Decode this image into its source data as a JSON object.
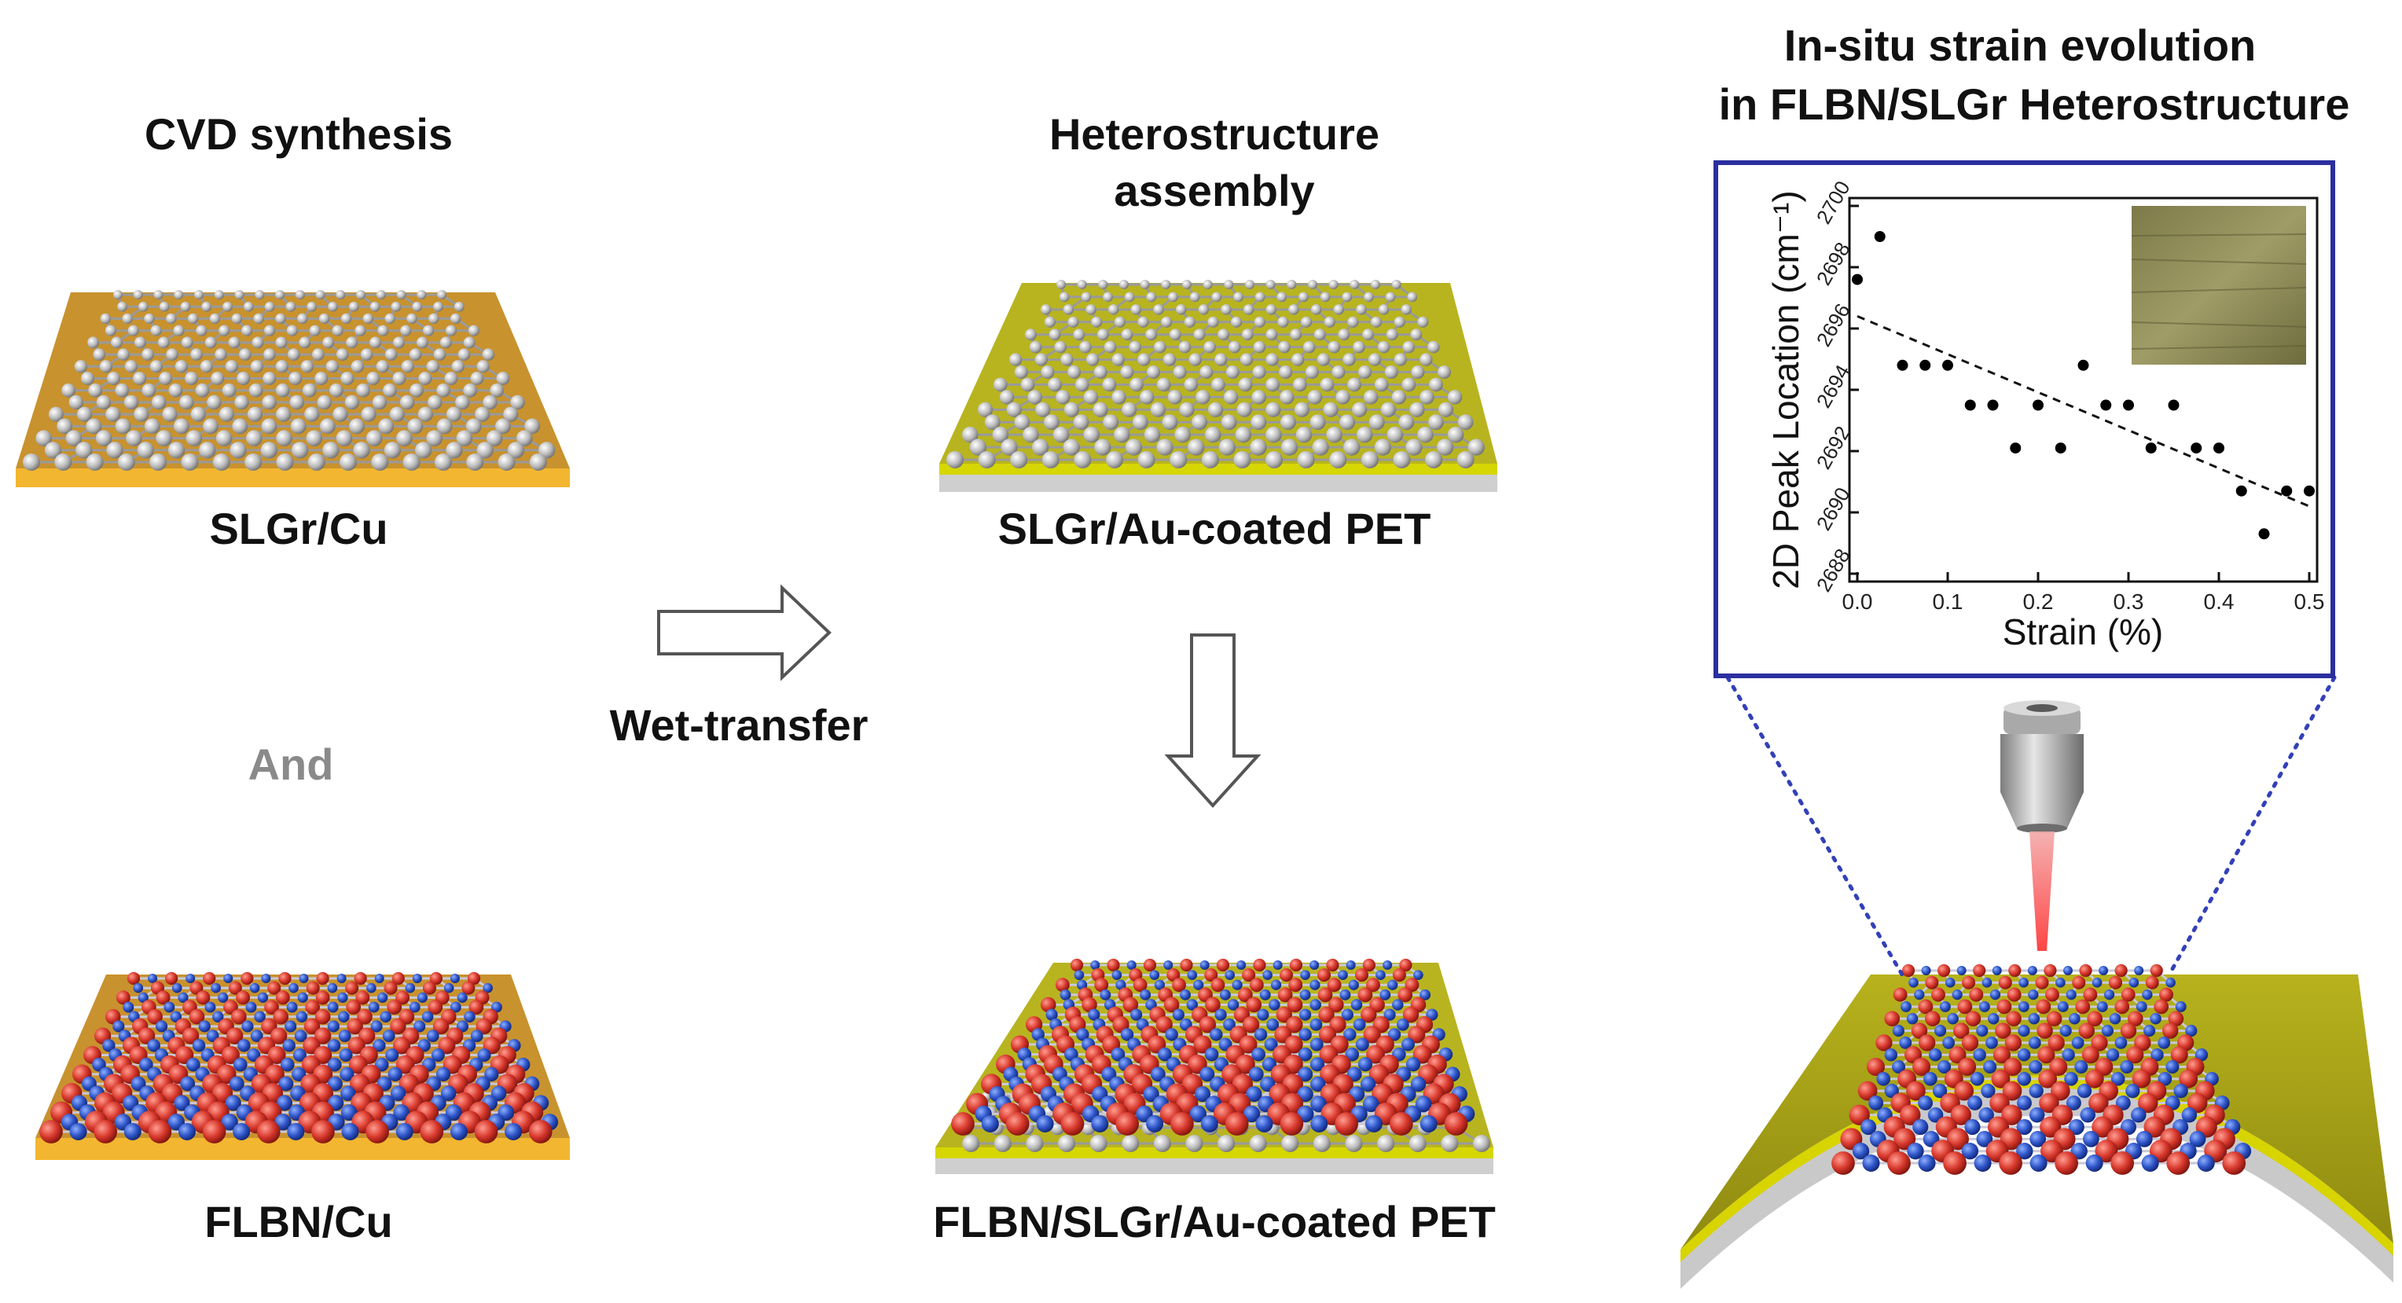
{
  "col1": {
    "title": "CVD synthesis",
    "top_label": "SLGr/Cu",
    "and_label": "And",
    "bottom_label": "FLBN/Cu"
  },
  "arrow_right_label": "Wet-transfer",
  "col2": {
    "title_line1": "Heterostructure",
    "title_line2": "assembly",
    "top_label": "SLGr/Au-coated PET",
    "bottom_label": "FLBN/SLGr/Au-coated PET"
  },
  "col3": {
    "title_line1": "In-situ strain evolution",
    "title_line2": "in FLBN/SLGr Heterostructure"
  },
  "colors": {
    "copper": "#c8922e",
    "copper_edge": "#f2b630",
    "gold": "#b8b420",
    "gold_edge": "#d6d600",
    "pet_edge": "#cfcfcf",
    "boron": "#2f55c8",
    "nitrogen": "#d23a2e",
    "carbon": "#c4c4c4",
    "panel_border": "#2b2f9e",
    "and_color": "#8a8a8a"
  },
  "chart_data": {
    "type": "scatter",
    "xlabel": "Strain (%)",
    "ylabel": "2D Peak Location (cm⁻¹)",
    "xlim": [
      0.0,
      0.5
    ],
    "ylim": [
      2688,
      2700
    ],
    "xticks": [
      "0.0",
      "0.1",
      "0.2",
      "0.3",
      "0.4",
      "0.5"
    ],
    "yticks": [
      "2688",
      "2690",
      "2692",
      "2694",
      "2696",
      "2698",
      "2700"
    ],
    "points": [
      [
        0.0,
        2697.6
      ],
      [
        0.025,
        2699.0
      ],
      [
        0.05,
        2694.8
      ],
      [
        0.075,
        2694.8
      ],
      [
        0.1,
        2694.8
      ],
      [
        0.125,
        2693.5
      ],
      [
        0.15,
        2693.5
      ],
      [
        0.175,
        2692.1
      ],
      [
        0.2,
        2693.5
      ],
      [
        0.225,
        2692.1
      ],
      [
        0.25,
        2694.8
      ],
      [
        0.275,
        2693.5
      ],
      [
        0.3,
        2693.5
      ],
      [
        0.325,
        2692.1
      ],
      [
        0.35,
        2693.5
      ],
      [
        0.375,
        2692.1
      ],
      [
        0.4,
        2692.1
      ],
      [
        0.425,
        2690.7
      ],
      [
        0.45,
        2689.3
      ],
      [
        0.475,
        2690.7
      ],
      [
        0.5,
        2690.7
      ]
    ],
    "fit": {
      "style": "dashed",
      "from": [
        0.0,
        2696.4
      ],
      "to": [
        0.5,
        2690.2
      ]
    },
    "grid": false,
    "inset": "optical-micrograph"
  }
}
